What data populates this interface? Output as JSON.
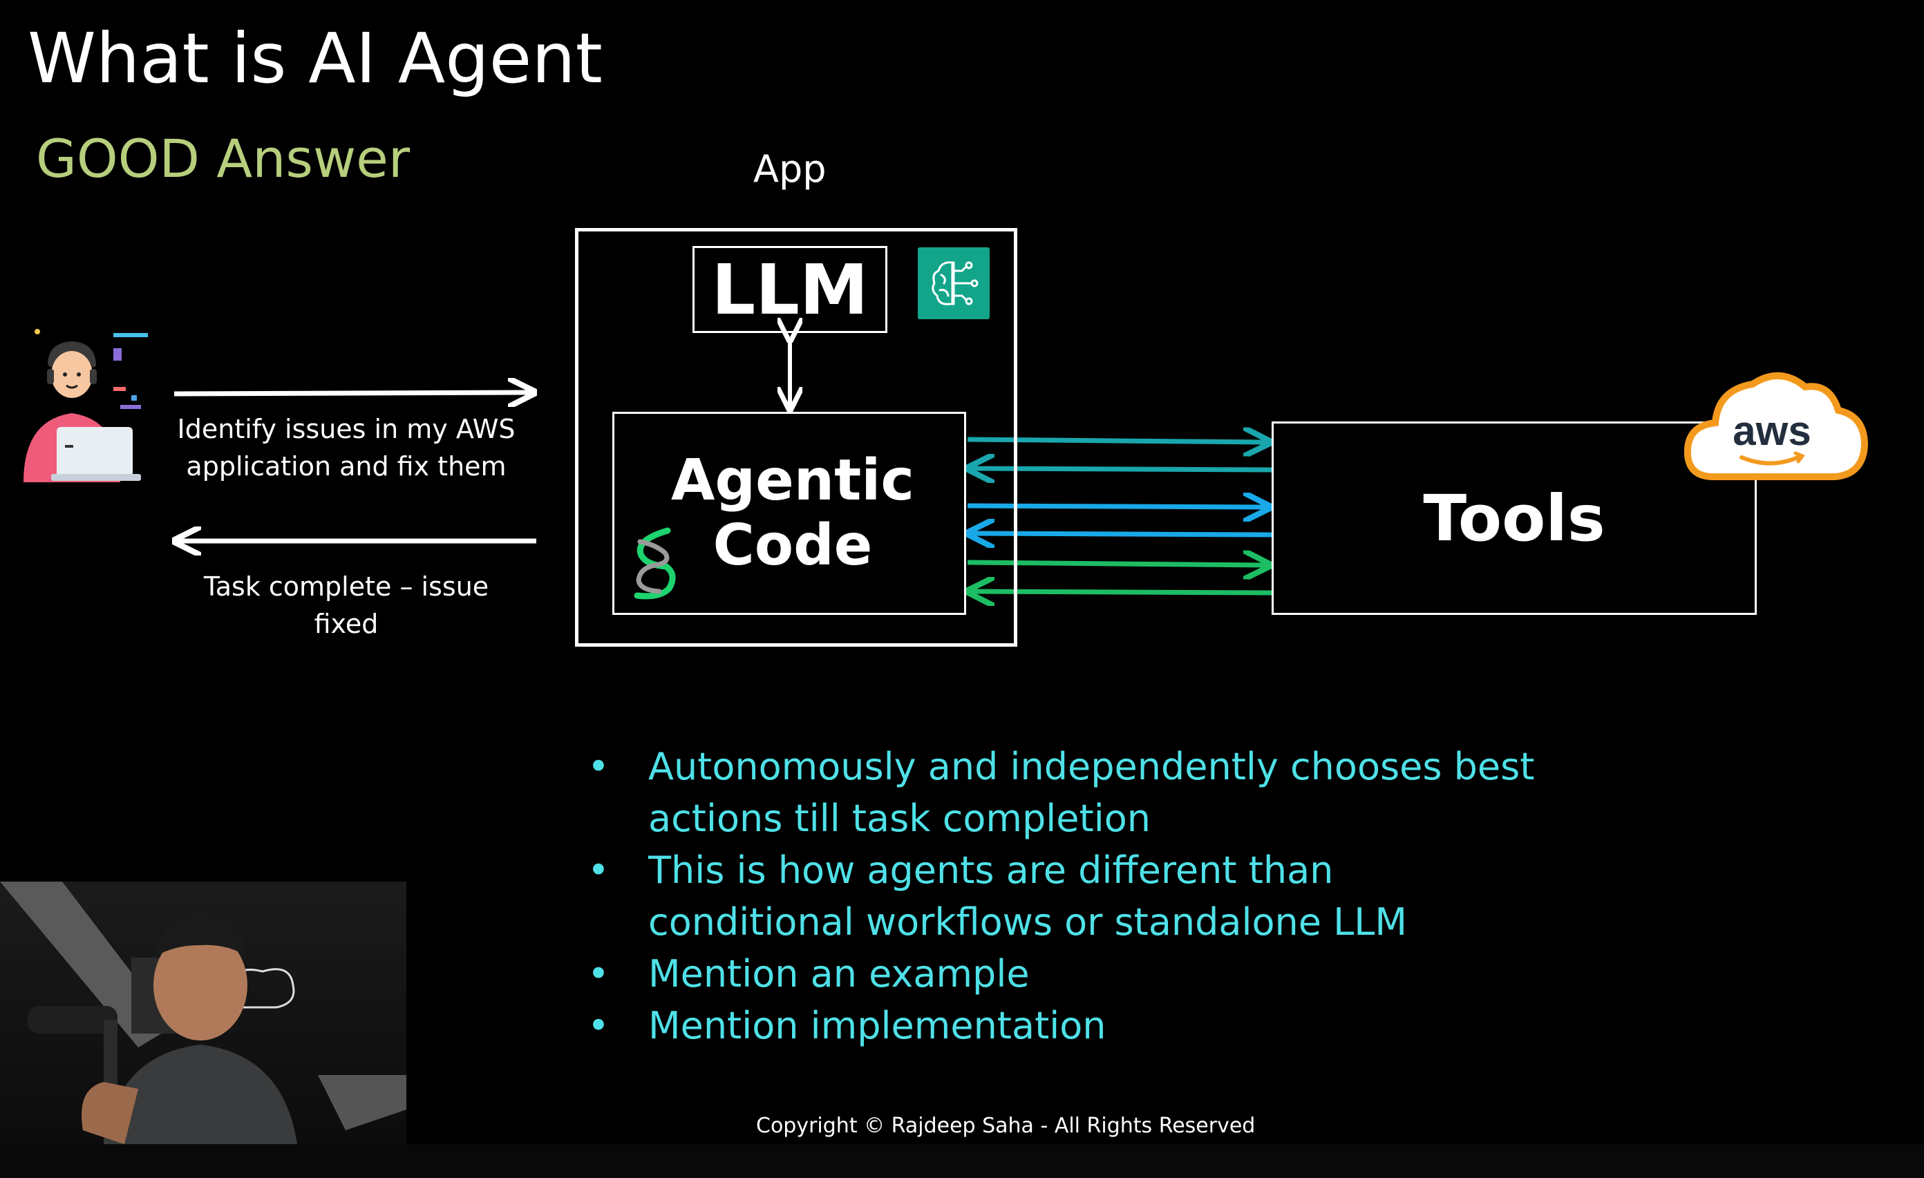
{
  "slide": {
    "title": "What is AI Agent",
    "subtitle": "GOOD Answer",
    "app_label": "App",
    "copyright": "Copyright © Rajdeep Saha - All Rights Reserved"
  },
  "diagram": {
    "llm_label": "LLM",
    "agentic_line1": "Agentic",
    "agentic_line2": "Code",
    "tools_label": "Tools",
    "aws_logo_text": "aws",
    "request_line1": "Identify issues in my AWS",
    "request_line2": "application and fix them",
    "response_line1": "Task complete – issue",
    "response_line2": "fixed",
    "icons": [
      "person-laptop-icon",
      "brain-circuit-icon",
      "helix-logo-icon",
      "aws-cloud-icon"
    ],
    "arrow_colors": [
      "#1aa6ad",
      "#19a9e8",
      "#1dbd63"
    ]
  },
  "bullets": [
    "Autonomously and independently chooses best actions till task completion",
    "This is how agents are different than conditional workflows or standalone LLM",
    "Mention an example",
    "Mention implementation"
  ],
  "colors": {
    "subtitle": "#b7cf7d",
    "bullet_text": "#4fe1e8",
    "brain_icon_bg": "#12a58a",
    "aws_orange": "#f39a1e"
  }
}
